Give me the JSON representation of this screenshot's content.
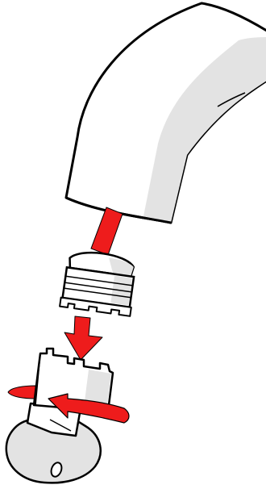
{
  "illustration": {
    "subject": "faucet-aerator-removal",
    "parts": [
      "faucet-spout",
      "aerator",
      "aerator-key"
    ],
    "colors": {
      "outline": "#000000",
      "fill": "#ffffff",
      "shade": "#e3e3e3",
      "arrow": "#ee1c1c"
    }
  }
}
